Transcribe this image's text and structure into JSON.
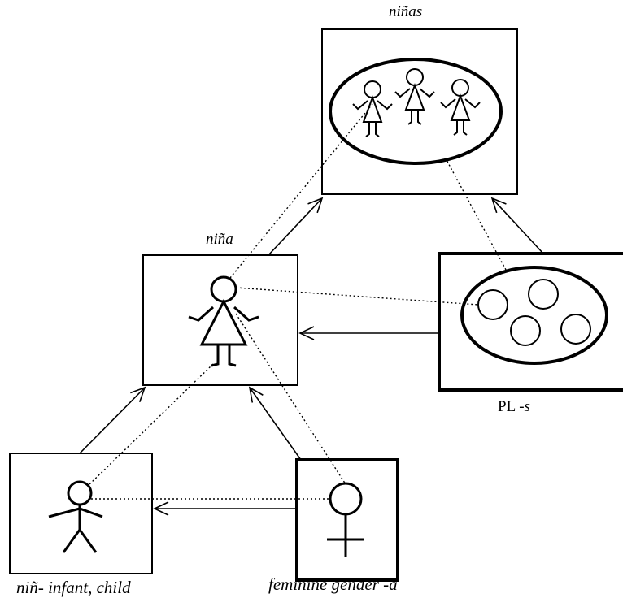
{
  "labels": {
    "ninas": "niñas",
    "nina": "niña",
    "pl_prefix": "PL -",
    "pl_suffix": "s",
    "nin": "niñ- infant, child",
    "feminine": "feminine gender -a"
  },
  "colors": {
    "ink": "#000000",
    "background": "#ffffff"
  }
}
